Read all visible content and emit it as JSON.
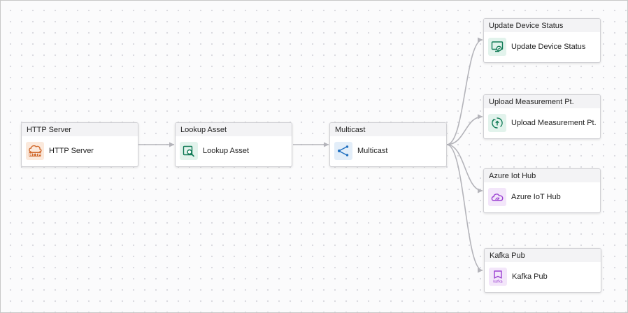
{
  "colors": {
    "edge": "#b4b4ba",
    "http_icon_bg": "#fbe9dc",
    "http_icon": "#d0682b",
    "green_icon_bg": "#e2f3ec",
    "green_icon": "#0f7a55",
    "blue_icon_bg": "#e3eef9",
    "blue_icon": "#1f6fc0",
    "purple_icon_bg": "#f3e6fa",
    "purple_icon": "#9b3fd1"
  },
  "nodes": {
    "http_server": {
      "header": "HTTP Server",
      "label": "HTTP Server",
      "icon": "http-cloud-icon"
    },
    "lookup_asset": {
      "header": "Lookup Asset",
      "label": "Lookup Asset",
      "icon": "lookup-asset-icon"
    },
    "multicast": {
      "header": "Multicast",
      "label": "Multicast",
      "icon": "multicast-icon"
    },
    "update_device_status": {
      "header": "Update Device Status",
      "label": "Update Device Status",
      "icon": "device-status-icon"
    },
    "upload_measurement": {
      "header": "Upload Measurement Pt.",
      "label": "Upload Measurement Pt.",
      "icon": "upload-measurement-icon"
    },
    "azure_iot_hub": {
      "header": "Azure Iot Hub",
      "label": "Azure IoT Hub",
      "icon": "azure-iot-hub-icon"
    },
    "kafka_pub": {
      "header": "Kafka Pub",
      "label": "Kafka Pub",
      "icon": "kafka-icon",
      "icon_text": "kafka"
    }
  }
}
